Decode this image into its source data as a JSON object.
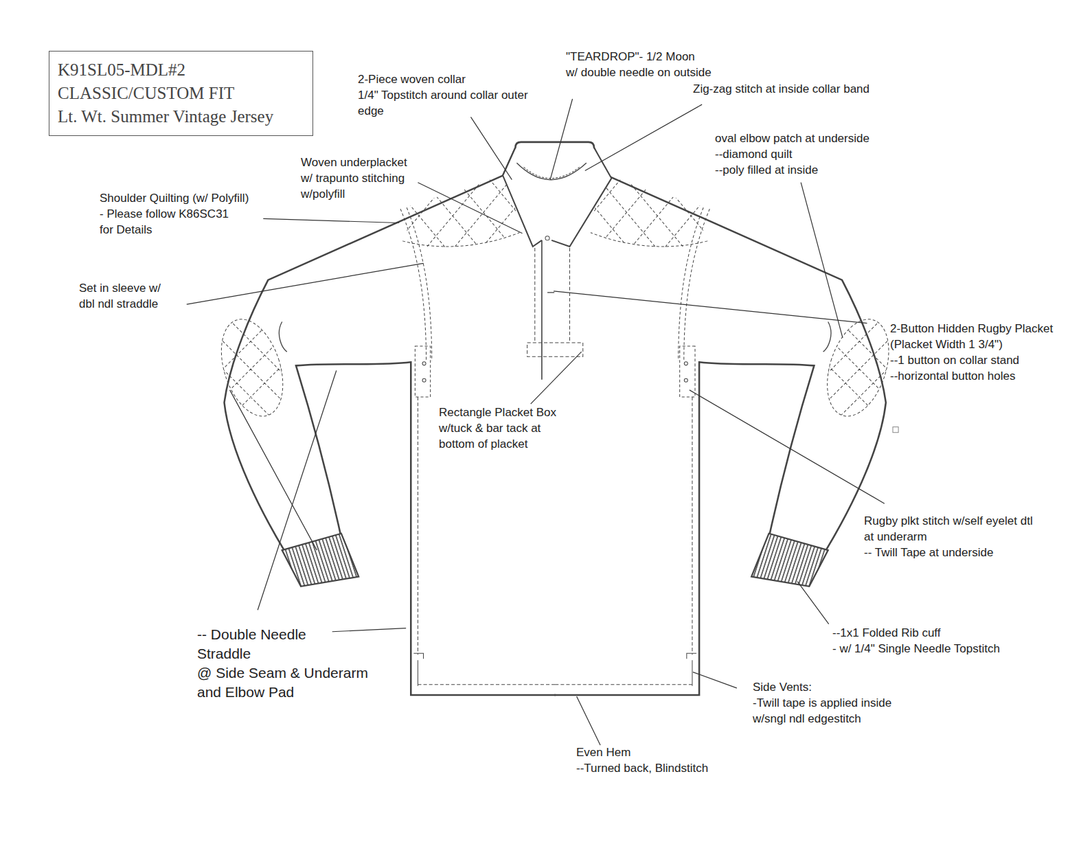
{
  "diagram": {
    "nodes": [
      {
        "text": [
          "K91SL05-MDL#2",
          "CLASSIC/CUSTOM FIT",
          "Lt. Wt. Summer Vintage Jersey"
        ]
      }
    ],
    "labels": [
      "\"TEARDROP\"- 1/2 Moon w/ double needle on outside",
      "Zig-zag stitch at inside collar band",
      "2-Piece woven collar 1/4\" Topstitch around collar outer edge",
      "oval elbow patch at underside --diamond quilt --poly filled at inside",
      "Woven underplacket w/ trapunto stitching w/polyfill",
      "Shoulder Quilting (w/ Polyfill) - Please follow K86SC31 for Details",
      "Set in sleeve w/ dbl ndl straddle",
      "2-Button Hidden Rugby Placket (Placket Width 1 3/4\") --1 button on collar stand --horizontal button holes",
      "Rectangle Placket Box w/tuck & bar tack at bottom of placket",
      "Rugby plkt stitch w/self eyelet dtl at underarm -- Twill Tape at underside",
      "-- Double Needle Straddle @ Side Seam & Underarm and Elbow Pad",
      "--1x1 Folded Rib cuff - w/ 1/4\" Single Needle Topstitch",
      "Side Vents: -Twill tape is applied inside w/sngl ndl edgestitch",
      "Even Hem --Turned back, Blindstitch"
    ]
  }
}
